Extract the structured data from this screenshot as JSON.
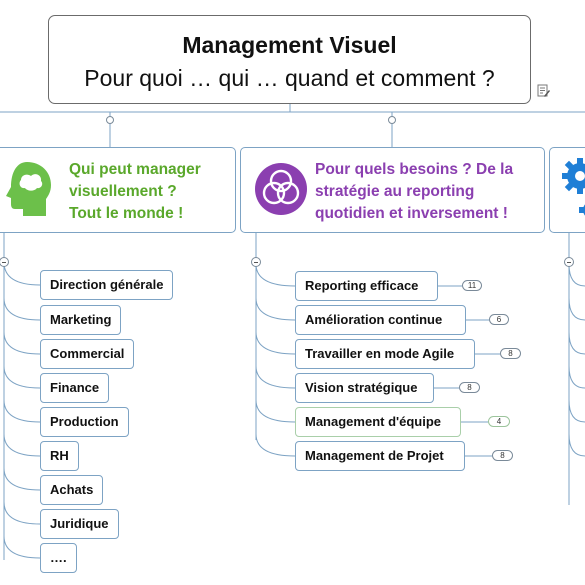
{
  "root": {
    "title": "Management Visuel",
    "subtitle": "Pour quoi … qui  … quand et comment ?"
  },
  "branches": [
    {
      "title": "Qui peut manager\nvisuellement ?\nTout le monde !",
      "icon": "head-icon",
      "color": "#5aa82b",
      "topics": [
        {
          "label": "Direction générale"
        },
        {
          "label": "Marketing"
        },
        {
          "label": "Commercial"
        },
        {
          "label": "Finance"
        },
        {
          "label": "Production"
        },
        {
          "label": "RH"
        },
        {
          "label": "Achats"
        },
        {
          "label": "Juridique"
        },
        {
          "label": "…."
        }
      ]
    },
    {
      "title": "Pour quels besoins ? De la\nstratégie au reporting\nquotidien et inversement !",
      "icon": "venn-icon",
      "color": "#8b3fb0",
      "topics": [
        {
          "label": "Reporting efficace",
          "badge": "11"
        },
        {
          "label": "Amélioration continue",
          "badge": "6"
        },
        {
          "label": "Travailler en mode Agile",
          "badge": "8"
        },
        {
          "label": "Vision stratégique",
          "badge": "8"
        },
        {
          "label": "Management d'équipe",
          "badge": "4"
        },
        {
          "label": "Management de Projet",
          "badge": "8"
        }
      ]
    },
    {
      "icon": "gear-icon",
      "color": "#1f7fd6"
    }
  ]
}
